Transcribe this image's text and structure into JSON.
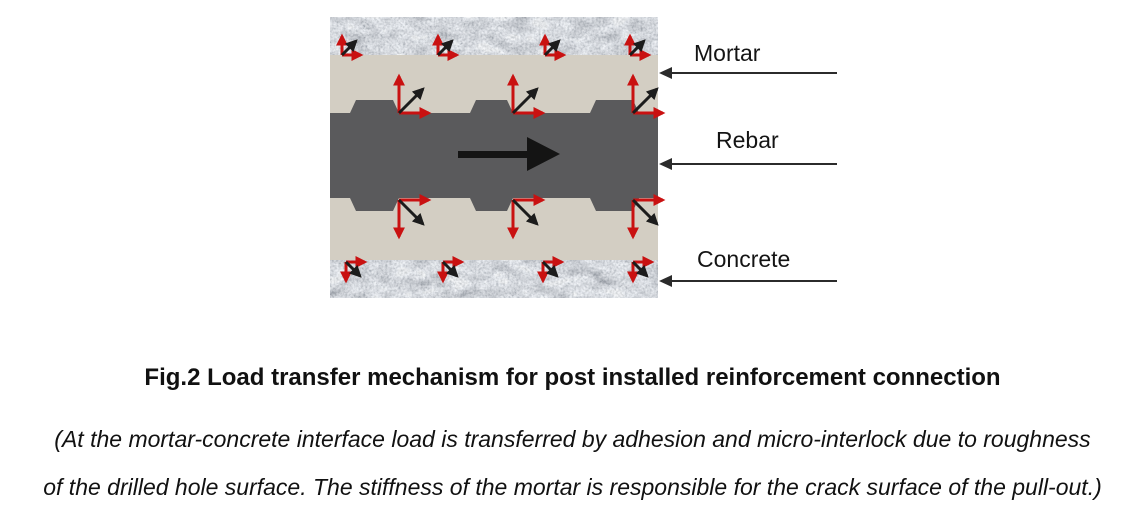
{
  "figure": {
    "diagram": {
      "layer_labels": [
        "Mortar",
        "Rebar",
        "Concrete"
      ],
      "colors": {
        "mortar": "#d3cec3",
        "rebar": "#5a5a5c",
        "concrete_base": "#b4b9bd",
        "stress_arrow_red": "#c91111",
        "stress_arrow_black": "#1c1c1c",
        "pointer_line": "#2b2b2b"
      }
    },
    "caption": "Fig.2 Load transfer mechanism for post installed reinforcement connection",
    "description": {
      "line1": "(At the mortar-concrete interface load is transferred by adhesion and micro-interlock due to roughness",
      "line2": "of the drilled hole surface. The stiffness of the mortar is responsible for the crack surface of the pull-out.)"
    }
  }
}
